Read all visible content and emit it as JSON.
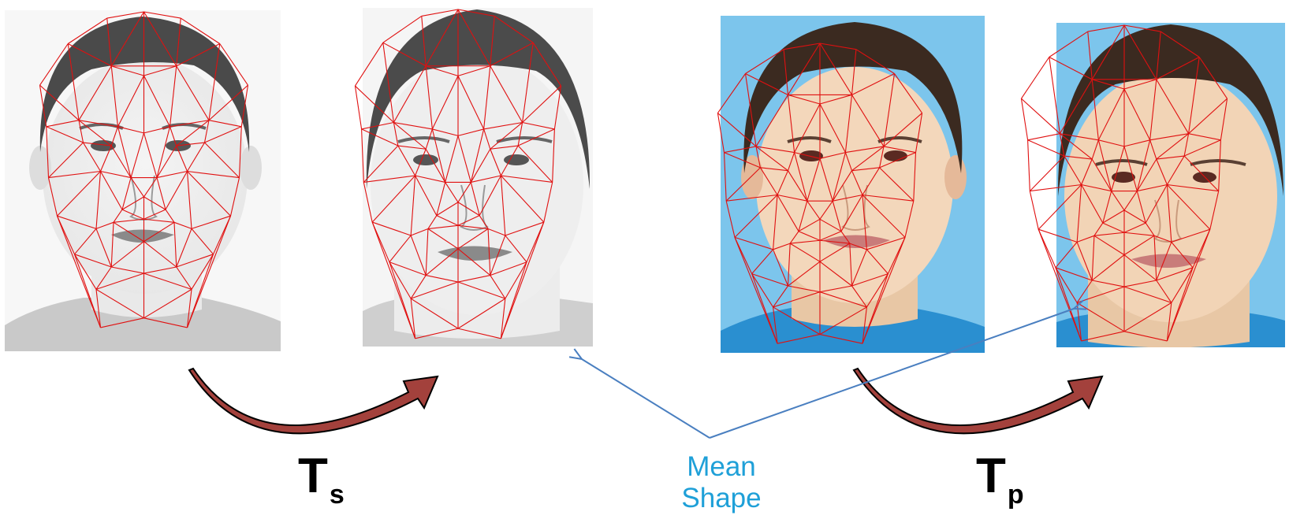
{
  "labels": {
    "sketch_transform": "T",
    "sketch_transform_sub": "s",
    "photo_transform": "T",
    "photo_transform_sub": "p",
    "mean_shape_line1": "Mean",
    "mean_shape_line2": "Shape"
  },
  "colors": {
    "mesh": "#e01010",
    "curved_arrow": "#a3413c",
    "pointer_arrow": "#4a7fc0",
    "mean_shape_text": "#1fa0d8",
    "photo_background": "#7cc5ec",
    "photo_shirt": "#2a8fd0"
  },
  "panels": [
    {
      "id": "sketch-original",
      "kind": "pencil sketch face with triangulated mesh"
    },
    {
      "id": "sketch-mean-shape",
      "kind": "sketch warped to mean shape with mesh"
    },
    {
      "id": "photo-original",
      "kind": "color photo face with triangulated mesh"
    },
    {
      "id": "photo-mean-shape",
      "kind": "photo warped to mean shape with mesh"
    }
  ]
}
